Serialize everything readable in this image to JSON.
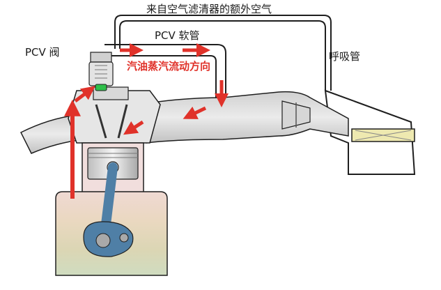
{
  "labels": {
    "extra_air": "来自空气滤清器的额外空气",
    "pcv_hose": "PCV 软管",
    "pcv_valve": "PCV 阀",
    "breather_hose": "呼吸管",
    "vapor_flow": "汽油蒸汽流动方向"
  },
  "colors": {
    "flow_arrow": "#e0322a",
    "flow_text": "#e0322a",
    "valve_tip": "#2fbf4a",
    "crank": "#4f7fa6"
  }
}
